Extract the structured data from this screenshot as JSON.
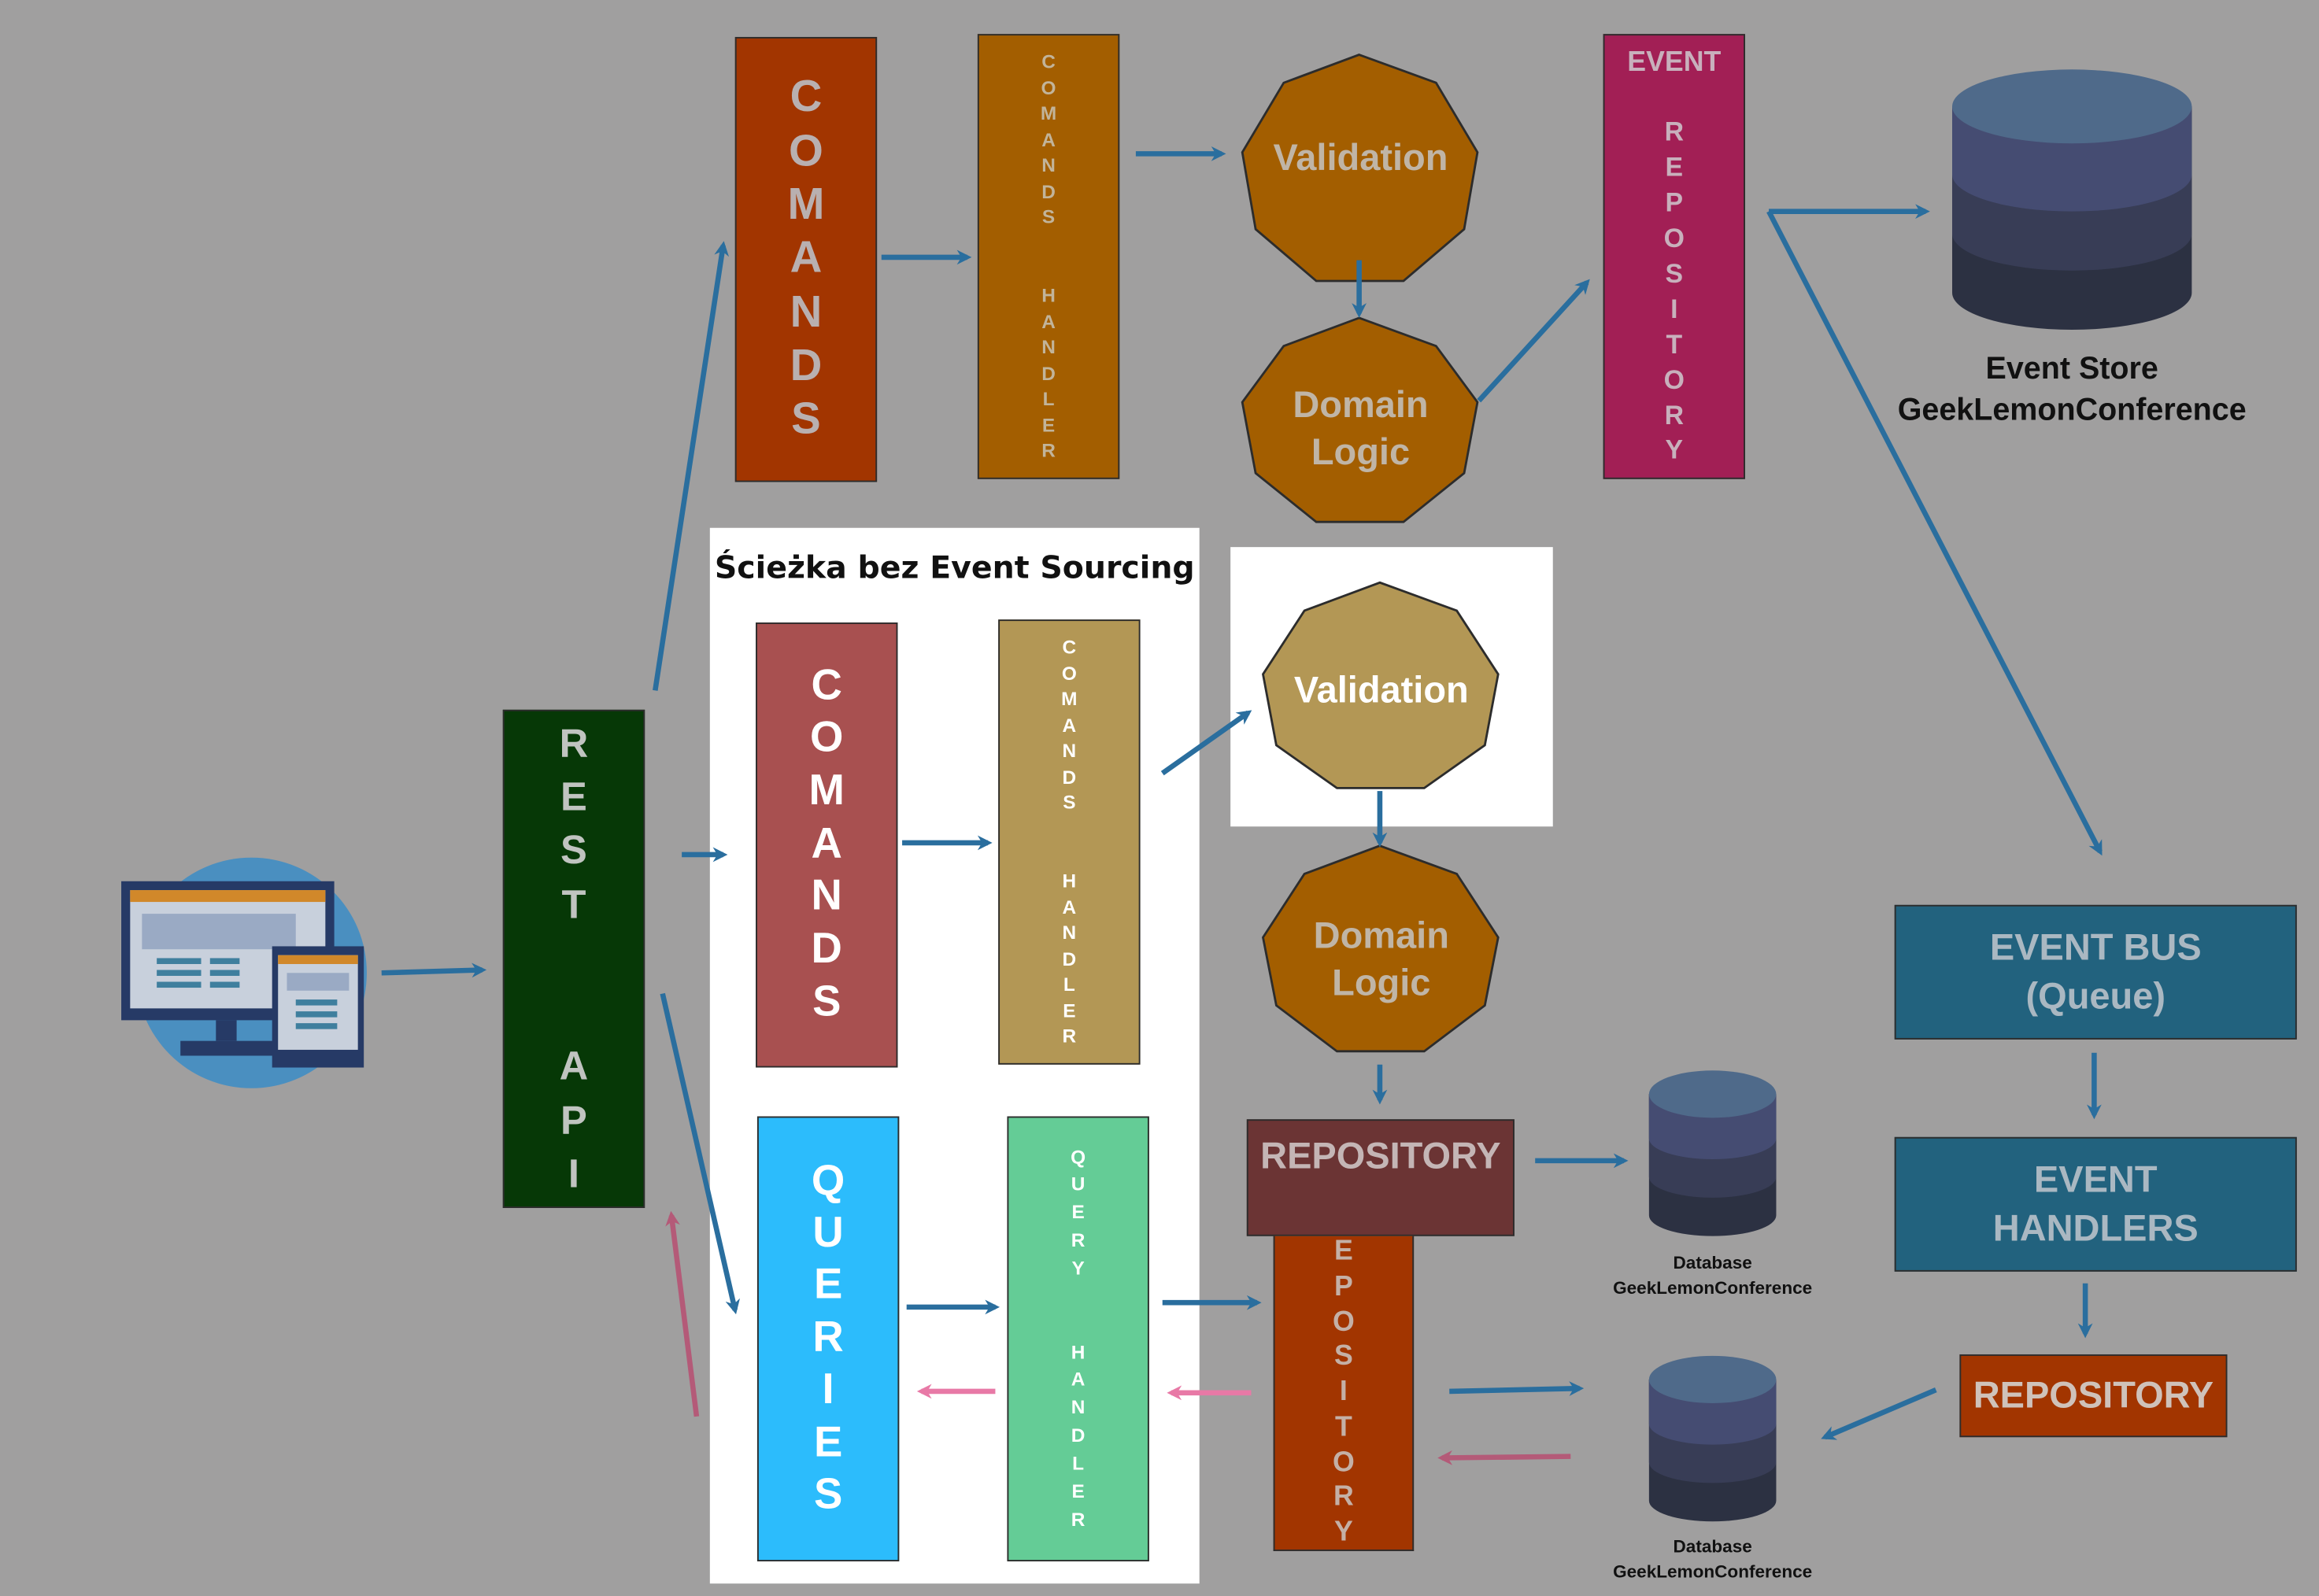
{
  "panel_title": "Ścieżka bez Event Sourcing",
  "top": {
    "commands": "COMANDS",
    "commands_handler": "COMANDS  HANDLER",
    "validation": "Validation",
    "domain_logic": "Domain\nLogic",
    "event_repository_top": "EVENT",
    "event_repository_bottom": "REPOSITORY",
    "event_store": "Event Store\nGeekLemonConference"
  },
  "left": {
    "rest_api": "REST  API"
  },
  "middle": {
    "commands": "COMANDS",
    "commands_handler": "COMANDS  HANDLER",
    "validation": "Validation",
    "domain_logic": "Domain\nLogic",
    "repository": "REPOSITORY",
    "queries": "QUERIES",
    "query_handler": "QUERY  HANDLER",
    "repository_vertical": "EPOSITORY",
    "database_1": "Database\nGeekLemonConference",
    "database_2": "Database\nGeekLemonConference"
  },
  "right": {
    "event_bus": "EVENT BUS\n(Queue)",
    "event_handlers": "EVENT\nHANDLERS",
    "repository": "REPOSITORY"
  },
  "colors": {
    "background": "#a09f9f",
    "arrow_blue": "#2a6e9e",
    "arrow_pink": "#d76f96",
    "rest_api": "#063806",
    "commands_top": "#a23500",
    "handler_top": "#a35e00",
    "event_repo": "#a21f55",
    "commands_mid": "#a85050",
    "handler_mid": "#b39755",
    "queries": "#2cbcfc",
    "query_handler": "#64cc96",
    "bus": "#22627e",
    "repository_dark": "#6b3434"
  },
  "icons": [
    "devices-icon",
    "database-icon"
  ]
}
